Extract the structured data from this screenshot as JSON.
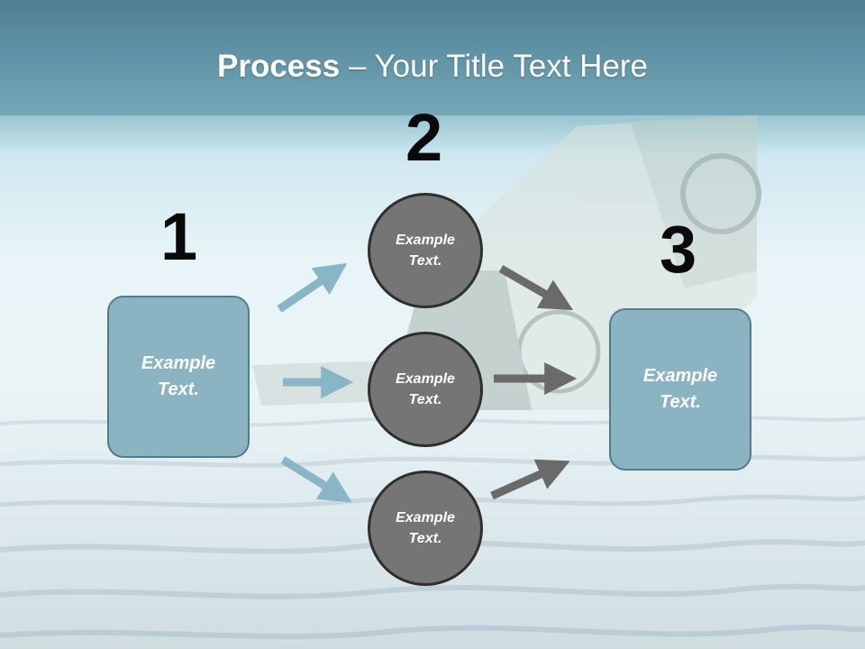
{
  "title": {
    "bold": "Process",
    "rest": " – Your Title Text Here"
  },
  "steps": [
    {
      "number": "1",
      "label": "Example\nText."
    },
    {
      "number": "2",
      "labels": [
        "Example\nText.",
        "Example\nText.",
        "Example\nText."
      ]
    },
    {
      "number": "3",
      "label": "Example\nText."
    }
  ],
  "colors": {
    "header": "#5f93a4",
    "box_fill": "#8bb4c3",
    "box_border": "#587a88",
    "circle_fill": "#757575",
    "circle_border": "#2e2e2e",
    "arrow_light": "#88b6c6",
    "arrow_dark": "#6a6a6a"
  }
}
